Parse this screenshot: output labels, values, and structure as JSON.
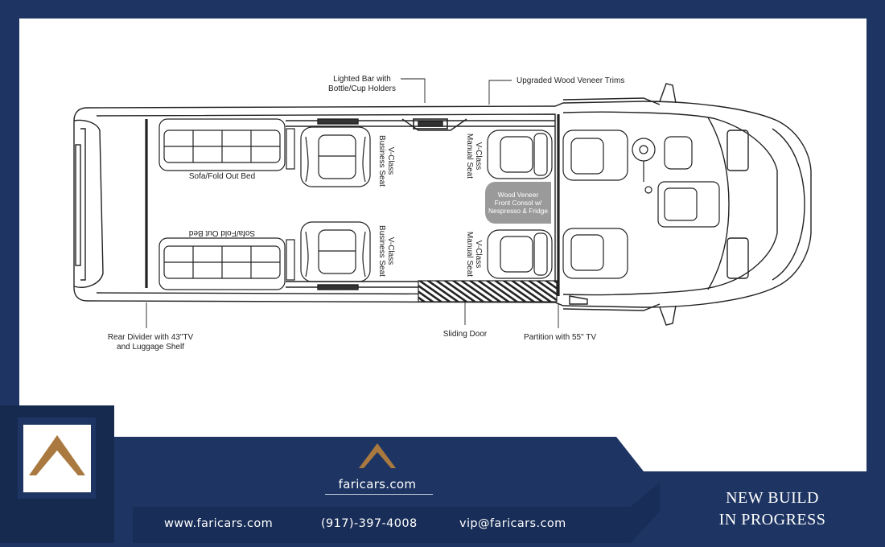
{
  "labels": {
    "lighted_bar": [
      "Lighted Bar with",
      "Bottle/Cup Holders"
    ],
    "upgraded_trims": "Upgraded Wood Veneer Trims",
    "sofa_top": "Sofa/Fold Out Bed",
    "sofa_bottom": "Sofa/Fold Out Bed",
    "business_seat_top": [
      "V-Class",
      "Business Seat"
    ],
    "business_seat_bottom": [
      "V-Class",
      "Business Seat"
    ],
    "manual_seat_top": [
      "V-Class",
      "Manual Seat"
    ],
    "manual_seat_bottom": [
      "V-Class",
      "Manual Seat"
    ],
    "console": [
      "Wood Veneer",
      "Front Consol w/",
      "Nespresso & Fridge"
    ],
    "rear_divider": [
      "Rear Divider with 43\"TV",
      "and Luggage Shelf"
    ],
    "sliding_door": "Sliding Door",
    "partition": "Partition with 55\" TV"
  },
  "footer": {
    "brand": "faricars.com",
    "website": "www.faricars.com",
    "phone": "(917)-397-4008",
    "email": "vip@faricars.com",
    "new_build": [
      "NEW BUILD",
      "IN PROGRESS"
    ]
  },
  "colors": {
    "navy": "#1e3563",
    "navy_dark": "#162a50",
    "gold": "#a9793f",
    "console_gray": "#9a9a9a"
  }
}
